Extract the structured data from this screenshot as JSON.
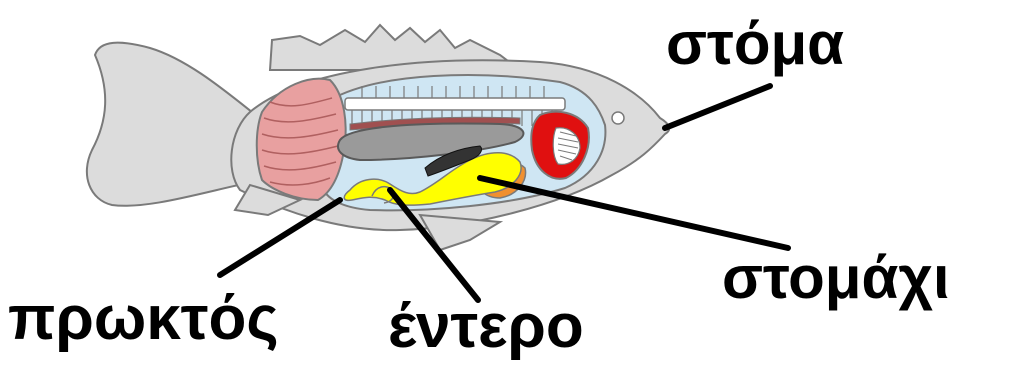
{
  "labels": {
    "mouth": "στόμα",
    "stomach": "στομάχι",
    "anus": "πρωκτός",
    "intestine": "έντερο"
  },
  "colors": {
    "body": "#dcdcdc",
    "outline": "#7a7a7a",
    "cavity": "#cfe6f3",
    "gills": "#e8a0a0",
    "mouth_red": "#e01010",
    "stomach_yellow": "#ffff00",
    "liver_orange": "#f09030",
    "swim_bladder": "#9a9a9a",
    "kidney": "#a05050",
    "leader_line": "#000000"
  }
}
